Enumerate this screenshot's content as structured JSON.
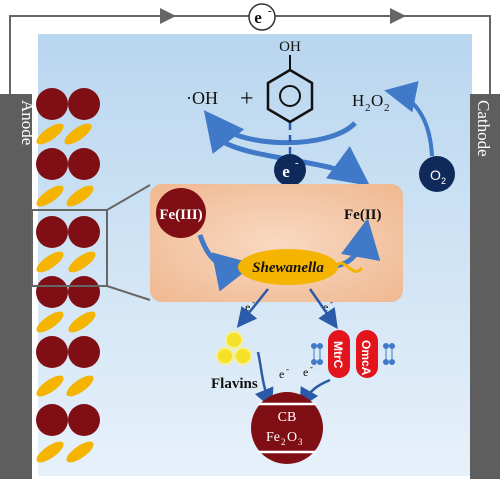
{
  "circuit": {
    "electron_label": "e",
    "electron_sup": "-"
  },
  "electrodes": {
    "anode_label": "Anode",
    "cathode_label": "Cathode"
  },
  "molecule": {
    "hydroxyl_group": "OH"
  },
  "reaction": {
    "hydroxyl_radical": "·OH",
    "plus": "+",
    "peroxide_main": "H",
    "peroxide_sub1": "2",
    "peroxide_o": "O",
    "peroxide_sub2": "2",
    "oxygen_main": "O",
    "oxygen_sub": "2",
    "central_electron": "e",
    "central_electron_sup": "-"
  },
  "cell_panel": {
    "fe3_label": "Fe(III)",
    "fe2_label": "Fe(II)",
    "bacterium_label": "Shewanella",
    "left_electron": "e",
    "right_electron": "e",
    "electron_sup": "-"
  },
  "transfer": {
    "flavins_label": "Flavins",
    "mtrc_label": "MtrC",
    "omca_label": "OmcA",
    "flavin_electron": "e",
    "protein_electron": "e",
    "electron_sup": "-"
  },
  "hematite": {
    "band_label": "CB",
    "formula_fe": "Fe",
    "formula_sub1": "2",
    "formula_o": "O",
    "formula_sub2": "3"
  },
  "colors": {
    "electrolyte": "#cfe3f3",
    "electrode": "#5e5e5e",
    "nanoparticle": "#7f0f14",
    "bacteria": "#f4b400",
    "cell_panel": "#f3c7a6",
    "arrow": "#3f79c7",
    "electron_dot": "#0f2a5a",
    "protein": "#e3141b"
  }
}
